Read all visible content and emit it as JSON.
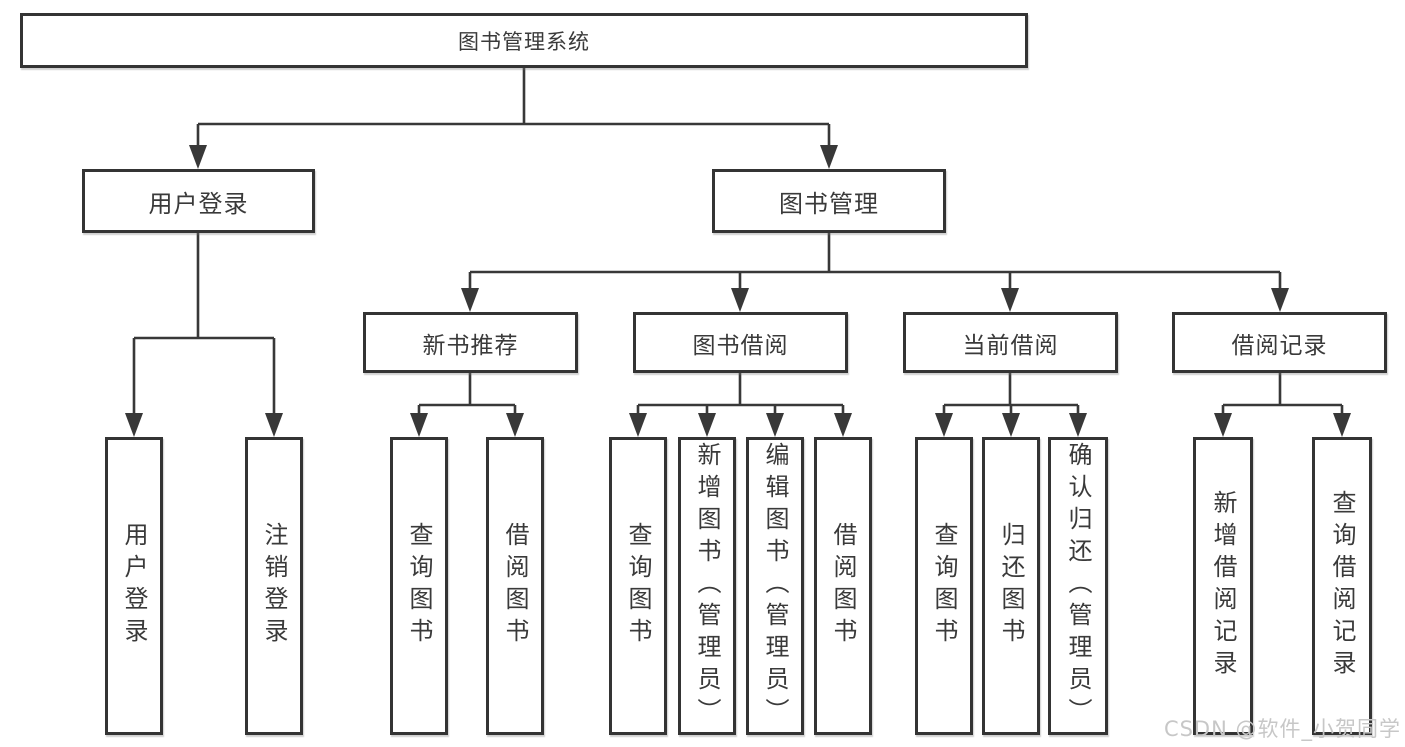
{
  "colors": {
    "box_border": "#343434",
    "connector_line": "#383838",
    "text": "#3a3a3a",
    "watermark_text": "#c7c7c7",
    "background": "#ffffff"
  },
  "watermark": {
    "text": "CSDN @软件_小贺同学"
  },
  "tree": {
    "root": {
      "label": "图书管理系统"
    },
    "branches": [
      {
        "label": "用户登录",
        "children": [
          {
            "label": "用户登录"
          },
          {
            "label": "注销登录"
          }
        ]
      },
      {
        "label": "图书管理",
        "children": [
          {
            "label": "新书推荐",
            "children": [
              {
                "label": "查询图书"
              },
              {
                "label": "借阅图书"
              }
            ]
          },
          {
            "label": "图书借阅",
            "children": [
              {
                "label": "查询图书"
              },
              {
                "label": "新增图书（管理员）"
              },
              {
                "label": "编辑图书（管理员）"
              },
              {
                "label": "借阅图书"
              }
            ]
          },
          {
            "label": "当前借阅",
            "children": [
              {
                "label": "查询图书"
              },
              {
                "label": "归还图书"
              },
              {
                "label": "确认归还（管理员）"
              }
            ]
          },
          {
            "label": "借阅记录",
            "children": [
              {
                "label": "新增借阅记录"
              },
              {
                "label": "查询借阅记录"
              }
            ]
          }
        ]
      }
    ]
  }
}
